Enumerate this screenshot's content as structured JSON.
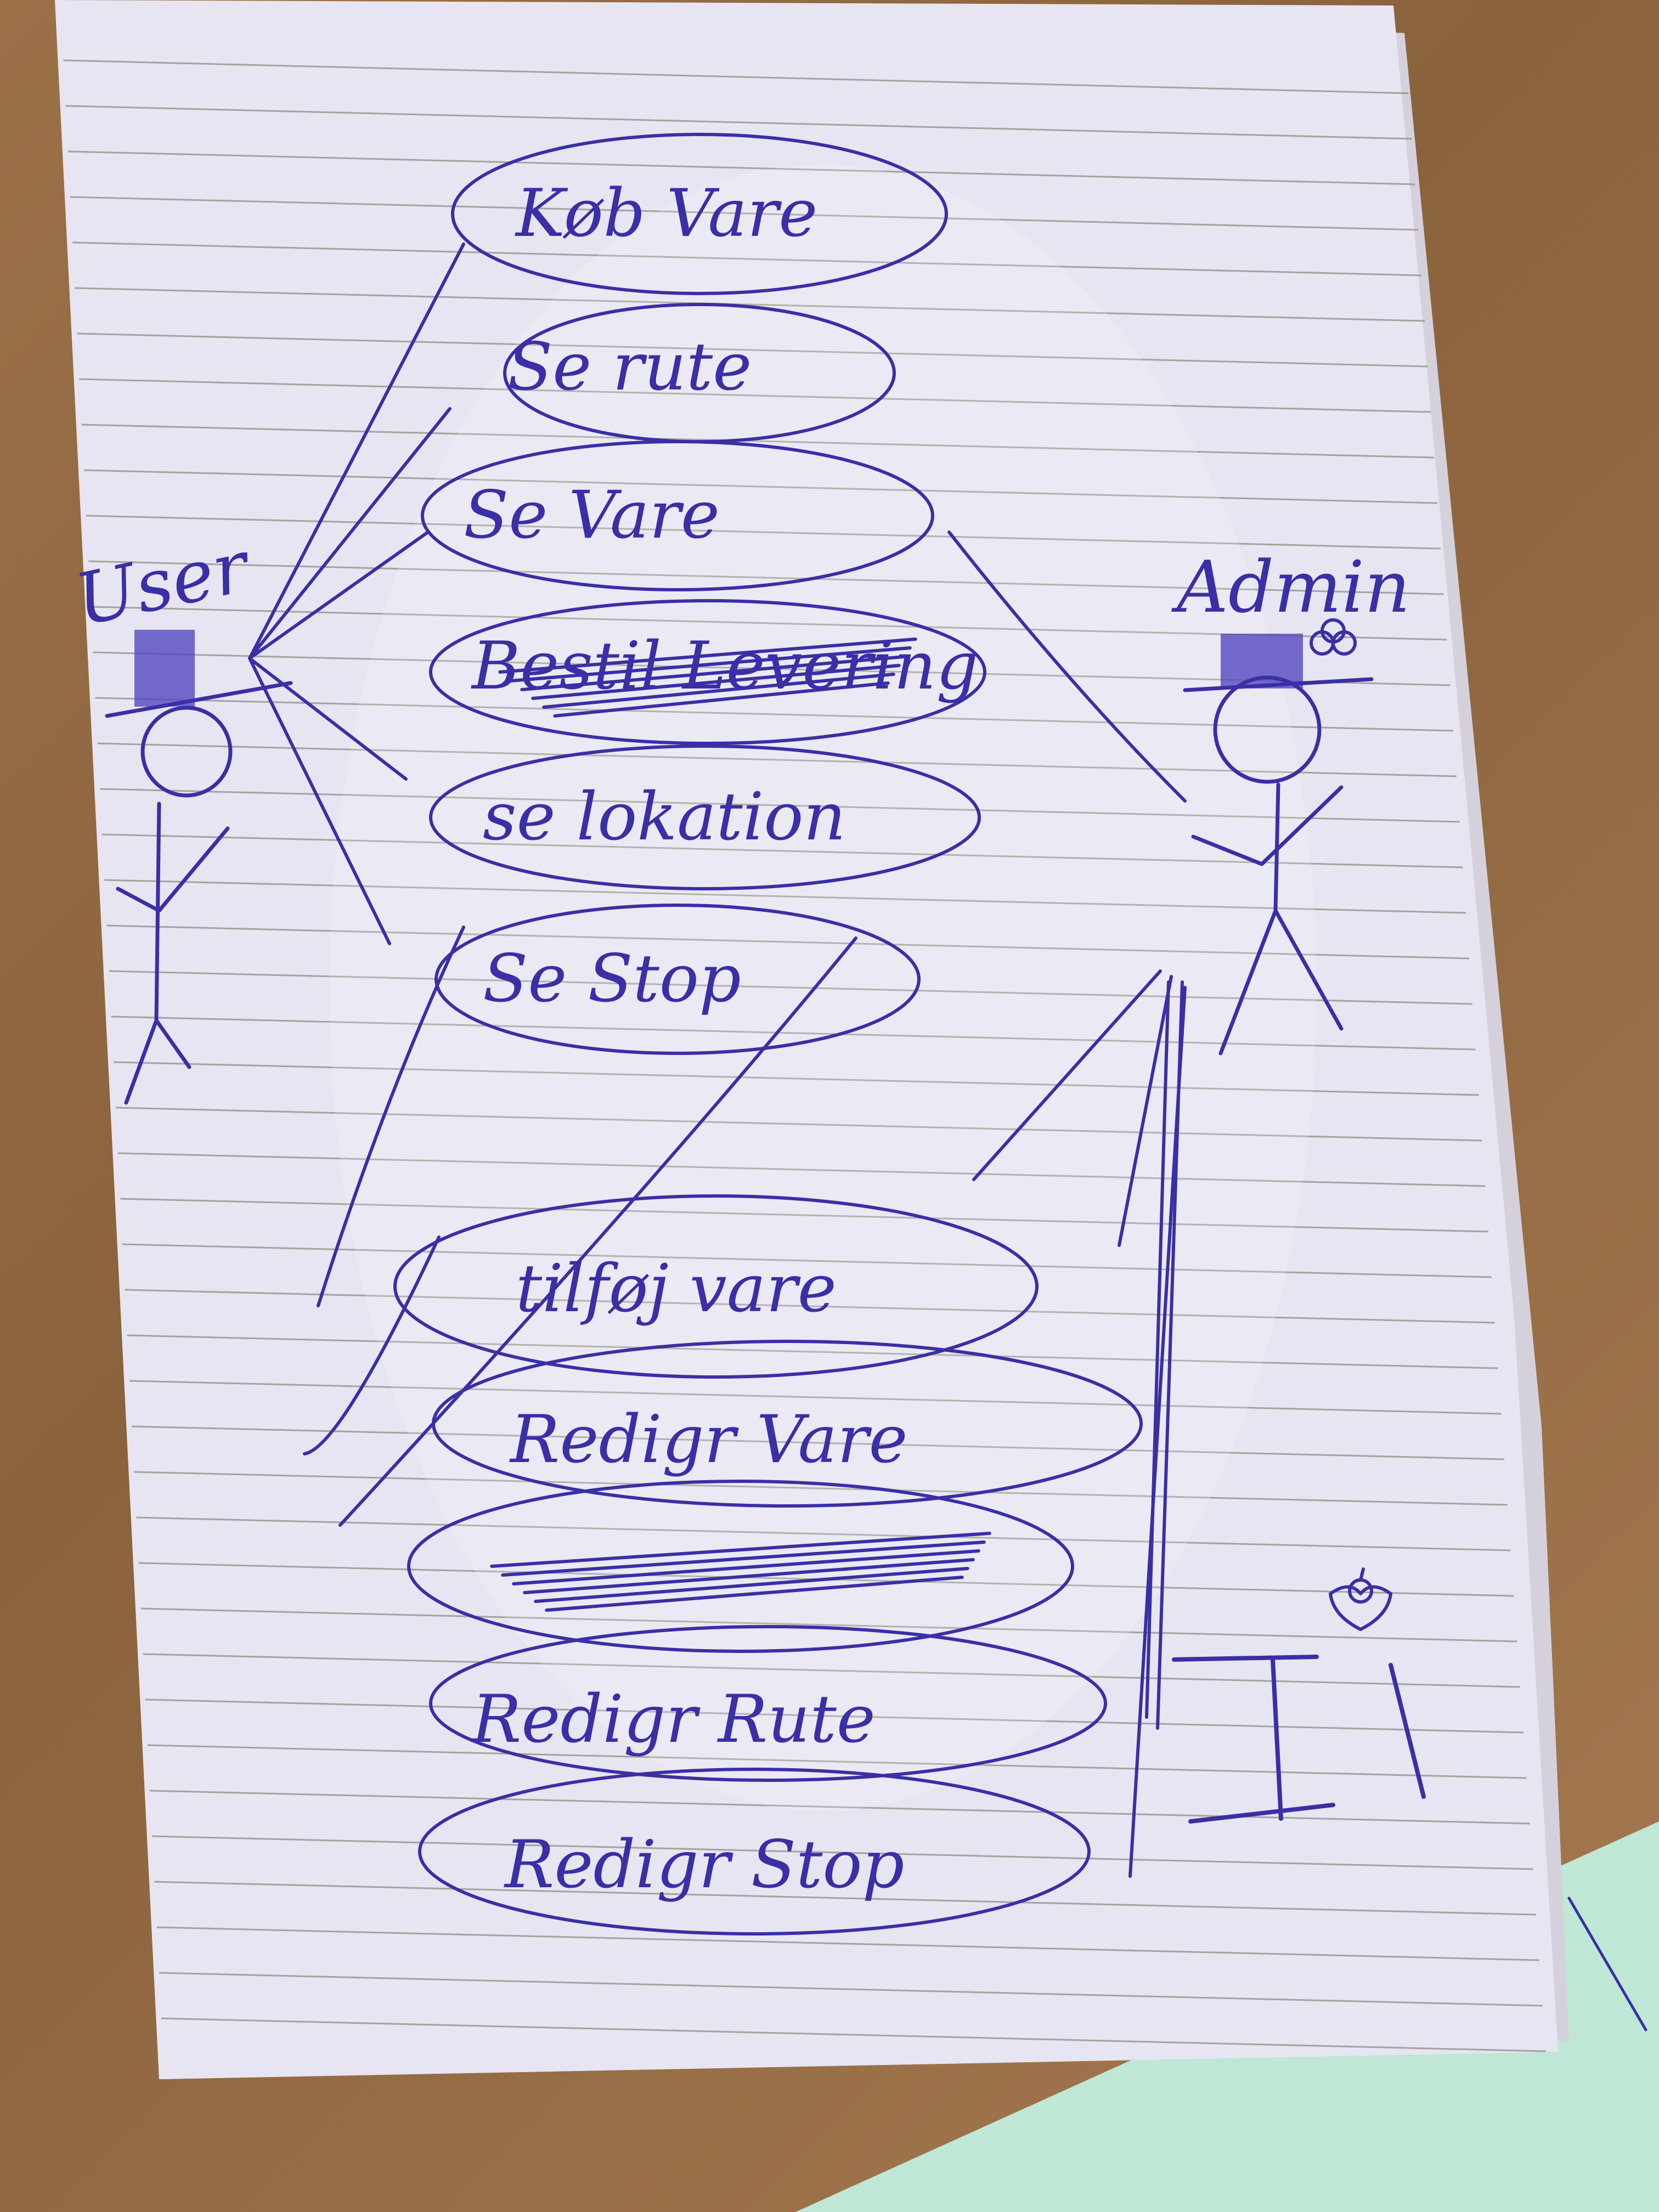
{
  "diagram": {
    "actors": [
      {
        "id": "user",
        "label": "User"
      },
      {
        "id": "admin",
        "label": "Admin"
      }
    ],
    "use_cases": [
      {
        "id": "kob-vare",
        "label": "Køb Vare",
        "struck": false
      },
      {
        "id": "se-rute",
        "label": "Se rute",
        "struck": false
      },
      {
        "id": "se-vare",
        "label": "Se Vare",
        "struck": false
      },
      {
        "id": "bestil-levering",
        "label": "Bestil Levering",
        "struck": true
      },
      {
        "id": "se-lokation",
        "label": "se lokation",
        "struck": false
      },
      {
        "id": "se-stop",
        "label": "Se Stop",
        "struck": false
      },
      {
        "id": "tilfoj-vare",
        "label": "tilføj vare",
        "struck": false
      },
      {
        "id": "redigr-vare",
        "label": "Redigr Vare",
        "struck": false
      },
      {
        "id": "scribbled",
        "label": "",
        "struck": true
      },
      {
        "id": "redigr-rute",
        "label": "Redigr Rute",
        "struck": false
      },
      {
        "id": "redigr-stop",
        "label": "Redigr Stop",
        "struck": false
      }
    ],
    "corner_mark": "I I",
    "ink_color": "#3a2fa6",
    "paper_color": "#e7e5f1",
    "desk_color": "#9c7148"
  }
}
